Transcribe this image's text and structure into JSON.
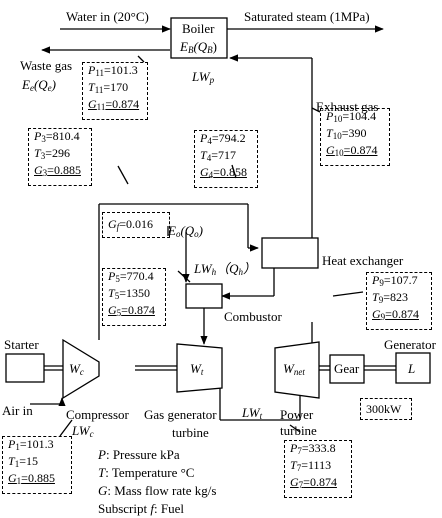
{
  "flows": {
    "water_in": "Water in (20°C)",
    "saturated_steam": "Saturated steam (1MPa)",
    "waste_gas": "Waste gas",
    "exhaust_gas": "Exhaust gas",
    "air_in": "Air in"
  },
  "boiler": {
    "label": "Boiler",
    "energy": "E",
    "energy_sub": "B",
    "heat": "(Q",
    "heat_sub": "B",
    "close": ")"
  },
  "lwp": {
    "main": "LW",
    "sub": "p"
  },
  "ee": {
    "main": "E",
    "sub": "e",
    "q": "(Q",
    "qsub": "e",
    "close": ")"
  },
  "eo": {
    "main": "E",
    "sub": "o",
    "q": "(Q",
    "qsub": "o",
    "close": ")"
  },
  "lwh": {
    "main": "LW",
    "sub": "h",
    "q": "（Q",
    "qsub": "h",
    "close": "）"
  },
  "lwc": {
    "main": "LW",
    "sub": "c"
  },
  "lwt": {
    "main": "LW",
    "sub": "t"
  },
  "components": {
    "heat_exchanger": "Heat exchanger",
    "combustor": "Combustor",
    "starter": "Starter",
    "generator": "Generator",
    "compressor": "Compressor",
    "gas_generator_line1": "Gas generator",
    "gas_generator_line2": "turbine",
    "power_turbine_line1": "Power",
    "power_turbine_line2": "turbine",
    "gear": "Gear",
    "load": "L",
    "rating": "300kW"
  },
  "symbols": {
    "wc_main": "W",
    "wc_sub": "c",
    "wt_main": "W",
    "wt_sub": "t",
    "wnet_main": "W",
    "wnet_sub": "net"
  },
  "fuel": {
    "g": "G",
    "sub": "f",
    "value": "=0.016"
  },
  "states": {
    "s1": {
      "p": "P",
      "p_sub": "1",
      "p_val": "=101.3",
      "t": "T",
      "t_sub": "1",
      "t_val": "=15",
      "g": "G",
      "g_sub": "1",
      "g_val": "=0.885"
    },
    "s3": {
      "p": "P",
      "p_sub": "3",
      "p_val": "=810.4",
      "t": "T",
      "t_sub": "3",
      "t_val": "=296",
      "g": "G",
      "g_sub": "3",
      "g_val": "=0.885"
    },
    "s4": {
      "p": "P",
      "p_sub": "4",
      "p_val": "=794.2",
      "t": "T",
      "t_sub": "4",
      "t_val": "=717",
      "g": "G",
      "g_sub": "4",
      "g_val": "=0.858"
    },
    "s5": {
      "p": "P",
      "p_sub": "5",
      "p_val": "=770.4",
      "t": "T",
      "t_sub": "5",
      "t_val": "=1350",
      "g": "G",
      "g_sub": "5",
      "g_val": "=0.874"
    },
    "s7": {
      "p": "P",
      "p_sub": "7",
      "p_val": "=333.8",
      "t": "T",
      "t_sub": "7",
      "t_val": "=1113",
      "g": "G",
      "g_sub": "7",
      "g_val": "=0.874"
    },
    "s9": {
      "p": "P",
      "p_sub": "9",
      "p_val": "=107.7",
      "t": "T",
      "t_sub": "9",
      "t_val": "=823",
      "g": "G",
      "g_sub": "9",
      "g_val": "=0.874"
    },
    "s10": {
      "p": "P",
      "p_sub": "10",
      "p_val": "=104.4",
      "t": "T",
      "t_sub": "10",
      "t_val": "=390",
      "g": "G",
      "g_sub": "10",
      "g_val": "=0.874"
    },
    "s11": {
      "p": "P",
      "p_sub": "11",
      "p_val": "=101.3",
      "t": "T",
      "t_sub": "11",
      "t_val": "=170",
      "g": "G",
      "g_sub": "11",
      "g_val": "=0.874"
    }
  },
  "legend": {
    "p_sym": "P",
    "p_text": ": Pressure    kPa",
    "t_sym": "T",
    "t_text": ": Temperature    °C",
    "g_sym": "G",
    "g_text": ": Mass flow rate    kg/s",
    "sub_text": "Subscript ",
    "sub_sym": "f",
    "sub_tail": ": Fuel"
  }
}
